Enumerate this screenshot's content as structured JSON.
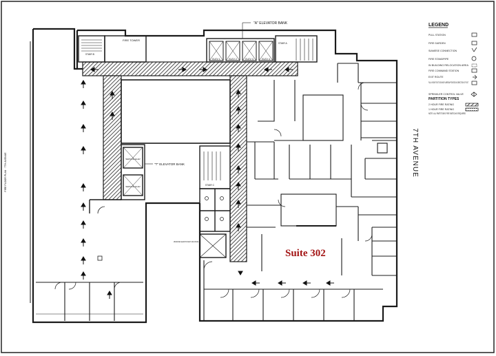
{
  "plan": {
    "suite_label": "Suite 302",
    "street_label": "7TH AVENUE",
    "elevator_bank_a": "\"A\" ELEVATOR BANK",
    "elevator_bank_b": "\"T\" ELEVATOR BANK",
    "fire_tower": "FIRE TOWER",
    "stair_a": "STAIR A",
    "stair_b": "STAIR B",
    "stair_c": "STAIR C",
    "elevators": [
      "ELEV 1",
      "ELEV 2",
      "ELEV 3",
      "ELEV 4"
    ],
    "service_elevators": [
      "SERVICE ELEV",
      "SERVICE ELEV"
    ],
    "shaft_note": "ABANDONED ELEVATOR SHAFT ENCLOSURE",
    "side_note": "FIRE FLOOR PLAN · 7TH AVENUE"
  },
  "legend": {
    "title": "LEGEND",
    "items": [
      {
        "label": "PULL STATION",
        "symbol": "box-f"
      },
      {
        "label": "FIRE GARDEN",
        "symbol": "box"
      },
      {
        "label": "SIAMESE CONNECTION",
        "symbol": "check"
      },
      {
        "label": "FIRE STANDPIPE",
        "symbol": "circle"
      },
      {
        "label": "IN BUILDING RELOCATION AREA",
        "symbol": "box-dash"
      },
      {
        "label": "FIRE COMMAND STATION",
        "symbol": "box-fcs"
      },
      {
        "label": "EXIT ROUTE",
        "symbol": "arrow"
      },
      {
        "label": "FULL HEIGHT EXIT SIGN WITH ARROW POINTED IN DIRECTION OF EXIT",
        "symbol": "exit-sign"
      },
      {
        "label": "SPRINKLER CONTROL VALVE",
        "symbol": "valve"
      }
    ],
    "partition_title": "PARTITION TYPES",
    "partitions": [
      {
        "label": "2 HOUR FIRE RATING",
        "symbol": "hatch"
      },
      {
        "label": "1 HOUR FIRE RATING",
        "symbol": "dots"
      },
      {
        "label": "NOTE: ALL PARTITIONS FIRE RATED AS REQUIRED",
        "symbol": "none"
      }
    ]
  },
  "colors": {
    "line": "#1a1a1a",
    "suite_text": "#a31515",
    "hatch": "#333333",
    "paper": "#ffffff"
  }
}
